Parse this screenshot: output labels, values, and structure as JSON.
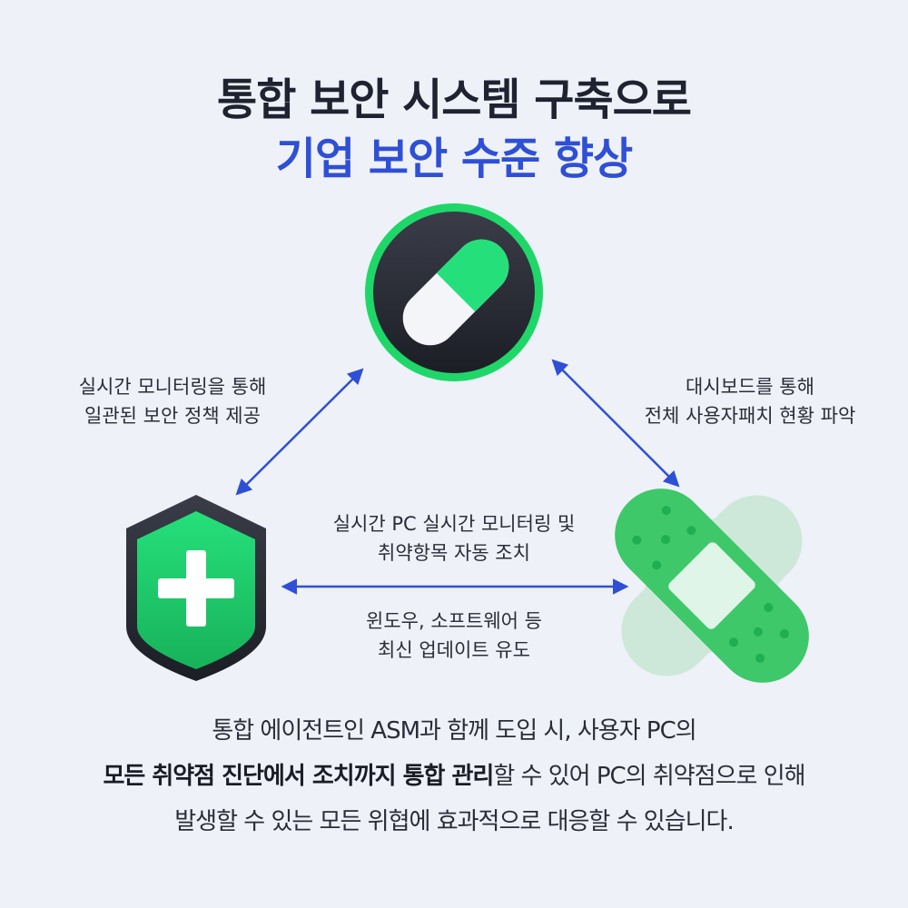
{
  "title": {
    "line1": "통합 보안 시스템 구축으로",
    "line2": "기업 보안 수준 향상"
  },
  "nodes": {
    "top": {
      "icon": "pill-icon"
    },
    "left": {
      "icon": "shield-plus-icon"
    },
    "right": {
      "icon": "bandage-icon"
    }
  },
  "labels": {
    "left_top": [
      "실시간 모니터링을 통해",
      "일관된 보안 정책 제공"
    ],
    "right_top": [
      "대시보드를 통해",
      "전체 사용자패치 현황 파악"
    ],
    "middle_upper": [
      "실시간 PC 실시간 모니터링 및",
      "취약항목 자동 조치"
    ],
    "middle_lower": [
      "윈도우, 소프트웨어 등",
      "최신 업데이트 유도"
    ]
  },
  "bottom": {
    "line1": "통합 에이전트인 ASM과 함께 도입 시, 사용자 PC의",
    "line2_bold": "모든 취약점 진단에서 조치까지 통합 관리",
    "line2_rest": "할 수 있어 PC의 취약점으로 인해",
    "line3": "발생할 수 있는 모든 위협에 효과적으로 대응할 수 있습니다."
  },
  "colors": {
    "title_dark": "#1f2230",
    "title_blue": "#2e4fd6",
    "arrow": "#2e4fd6",
    "green": "#22c462",
    "dark": "#22252f",
    "background": "#eef1f8"
  }
}
